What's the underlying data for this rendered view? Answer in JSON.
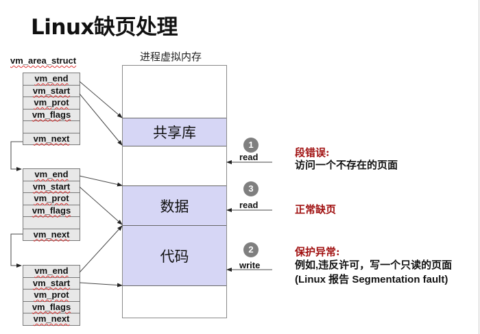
{
  "title": "Linux缺页处理",
  "struct_label": "vm_area_struct",
  "memory_label": "进程虚拟内存",
  "structs": [
    {
      "fields": [
        "vm_end",
        "vm_start",
        "vm_prot",
        "vm_flags",
        "",
        "vm_next"
      ]
    },
    {
      "fields": [
        "vm_end",
        "vm_start",
        "vm_prot",
        "vm_flags",
        "",
        "vm_next"
      ]
    },
    {
      "fields": [
        "vm_end",
        "vm_start",
        "vm_prot",
        "vm_flags",
        "vm_next"
      ]
    }
  ],
  "segments": [
    {
      "label": "共享库"
    },
    {
      "label": "数据"
    },
    {
      "label": "代码"
    }
  ],
  "accesses": [
    {
      "number": "1",
      "type": "read"
    },
    {
      "number": "3",
      "type": "read"
    },
    {
      "number": "2",
      "type": "write"
    }
  ],
  "notes": [
    {
      "heading": "段错误:",
      "body": "访问一个不存在的页面"
    },
    {
      "heading": "正常缺页",
      "body": ""
    },
    {
      "heading": "保护异常:",
      "body": "例如,违反许可，写一个只读的页面(Linux 报告 Segmentation fault)"
    }
  ],
  "colors": {
    "segment_fill": "#d6d6f5",
    "note_heading": "#a01010",
    "badge": "#7f7f7f",
    "struct_fill": "#e8e8e8"
  }
}
